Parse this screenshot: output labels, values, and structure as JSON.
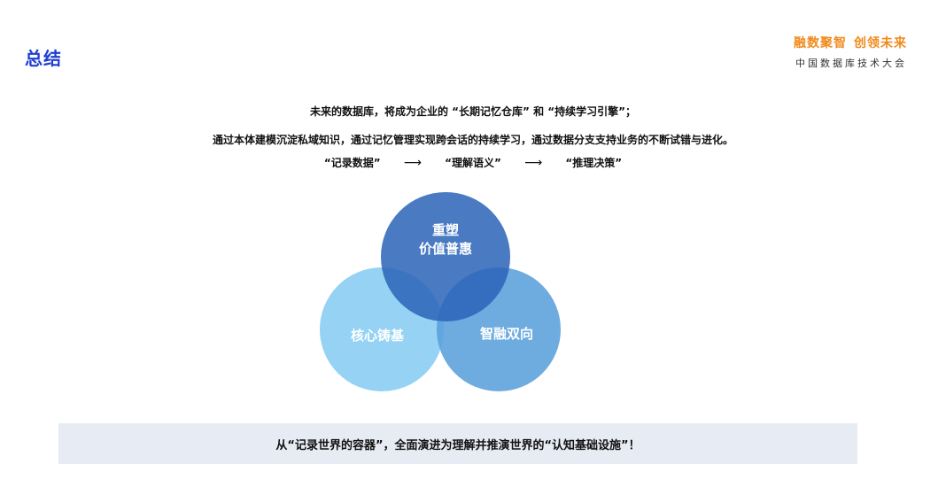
{
  "header": {
    "title": "总结",
    "brand_slogan_1": "融数聚智",
    "brand_slogan_2": "创领未来",
    "brand_subtitle": "中国数据库技术大会",
    "brand_color": "#f08a1c",
    "title_color": "#1f3fd1"
  },
  "main": {
    "line1": "未来的数据库，将成为企业的 “长期记忆仓库” 和 “持续学习引擎”；",
    "line2": "通过本体建模沉淀私域知识，通过记忆管理实现跨会话的持续学习，通过数据分支支持业务的不断试错与进化。",
    "flow": {
      "step1": "“记录数据”",
      "arrow1": "⟶",
      "step2": "“理解语义”",
      "arrow2": "⟶",
      "step3": "“推理决策”"
    },
    "venn": {
      "top_line1": "重塑",
      "top_line2": "价值普惠",
      "left": "核心铸基",
      "right": "智融双向",
      "colors": {
        "top": "#2c64b8",
        "left": "#8fd0f3",
        "right": "#5a9fdb"
      }
    },
    "banner": "从“记录世界的容器”，全面演进为理解并推演世界的“认知基础设施”！"
  }
}
